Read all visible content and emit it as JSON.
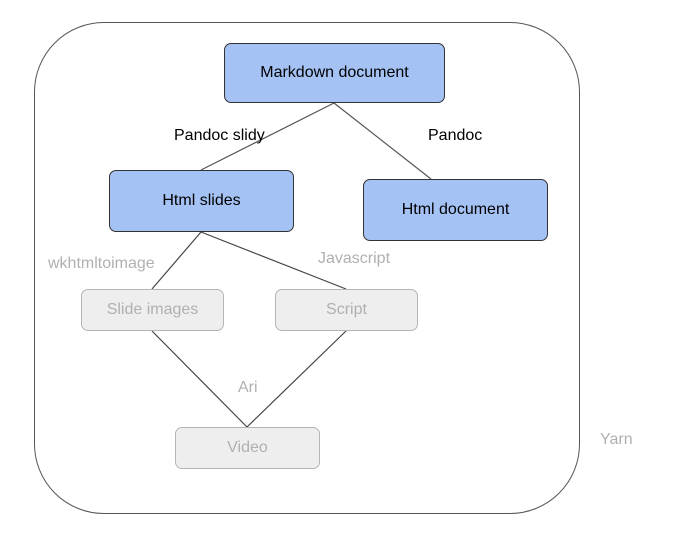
{
  "colors": {
    "active_fill": "#a4c2f4",
    "faded_fill": "#eeeeee",
    "active_edge": "#555555",
    "faded_edge": "#444444"
  },
  "nodes": {
    "markdown": {
      "label": "Markdown document"
    },
    "html_slides": {
      "label": "Html slides"
    },
    "html_document": {
      "label": "Html document"
    },
    "slide_images": {
      "label": "Slide images"
    },
    "script": {
      "label": "Script"
    },
    "video": {
      "label": "Video"
    }
  },
  "edge_labels": {
    "pandoc_slidy": "Pandoc slidy",
    "pandoc": "Pandoc",
    "wkhtmltoimage": "wkhtmltoimage",
    "javascript": "Javascript",
    "ari": "Ari"
  },
  "frame_label": "Yarn"
}
